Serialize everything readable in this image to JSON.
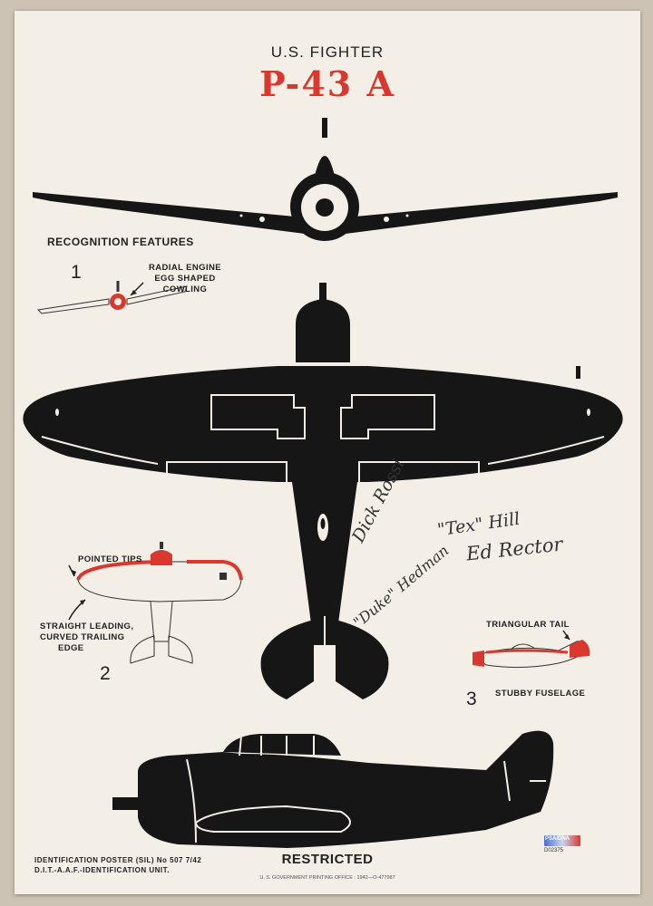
{
  "header": {
    "subtitle": "U.S. FIGHTER",
    "title": "P-43 A"
  },
  "recognition_heading": "RECOGNITION FEATURES",
  "features": {
    "f1": {
      "number": "1",
      "lines": [
        "RADIAL ENGINE",
        "EGG SHAPED",
        "COWLING"
      ]
    },
    "f2": {
      "number": "2",
      "pointed": "POINTED TIPS",
      "lines": [
        "STRAIGHT LEADING,",
        "CURVED TRAILING",
        "EDGE"
      ]
    },
    "f3": {
      "number": "3",
      "tail": "TRIANGULAR TAIL",
      "fuselage": "STUBBY FUSELAGE"
    }
  },
  "signatures": [
    "Dick Rossi",
    "\"Duke\" Hedman",
    "\"Tex\" Hill",
    "Ed Rector"
  ],
  "footer": {
    "left_line1": "IDENTIFICATION POSTER (SIL) No 507 7/42",
    "left_line2": "D.I.T.-A.A.F.-IDENTIFICATION UNIT.",
    "center": "RESTRICTED",
    "printer": "U. S. GOVERNMENT PRINTING OFFICE : 1942—O-477987",
    "auth_brand": "PSA/DNA",
    "auth_number": "D02375"
  },
  "colors": {
    "ink": "#161616",
    "accent": "#d8382e",
    "paper": "#f3eee6"
  }
}
